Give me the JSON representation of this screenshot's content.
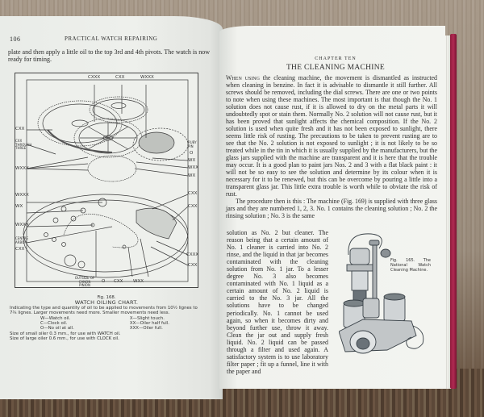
{
  "left_page": {
    "page_number": "106",
    "running_head": "PRACTICAL WATCH REPAIRING",
    "lead_text": "plate and then apply a little oil to the top 3rd and 4th pivots. The watch is now ready for timing.",
    "figure": {
      "top_labels": [
        "CXXX",
        "CXX",
        "WXXX"
      ],
      "left_labels_upper": [
        "CXX",
        "CXX THROUGH THREE",
        "WXXX"
      ],
      "right_labels_upper": [
        "RUBY PIN",
        "O",
        "WX",
        "WXX",
        "WX"
      ],
      "left_labels_lower": [
        "WXXX",
        "WX",
        "WXXX",
        "CENTRE ARBOR",
        "CXX"
      ],
      "right_labels_lower": [
        "CXX",
        "CXX",
        "CXXX",
        "CXX"
      ],
      "bottom_labels": [
        "OUTSIDE OF CANON PINION",
        "O",
        "CXX",
        "WXX"
      ]
    },
    "caption": {
      "fig_number": "Fig. 168.",
      "title": "WATCH OILING CHART.",
      "description": "Indicating the type and quantity of oil to be applied to movements from 10½ lignes to 7¾ lignes. Larger movements need more. Smaller movements need less.",
      "legend_left": [
        "W—Watch oil.",
        "C—Clock oil.",
        "O—No oil at all."
      ],
      "legend_right": [
        "X—Slight touch.",
        "XX—Oiler half full.",
        "XXX—Oiler full."
      ],
      "notes": [
        "Size of small oiler 0.3 mm., for use with WATCH oil.",
        "Size of large oiler 0.6 mm., for use with CLOCK oil."
      ]
    }
  },
  "right_page": {
    "chapter": "CHAPTER TEN",
    "title": "THE CLEANING MACHINE",
    "para1_lead": "When using",
    "para1": " the cleaning machine, the movement is dismantled as instructed when cleaning in benzine. In fact it is advisable to dismantle it still further. All screws should be removed, including the dial screws. There are one or two points to note when using these machines. The most important is that though the No. 1 solution does not cause rust, if it is allowed to dry on the metal parts it will undoubtedly spot or stain them. Normally No. 2 solution will not cause rust, but it has been proved that sunlight affects the chemical composition. If the No. 2 solution is used when quite fresh and it has not been exposed to sunlight, there seems little risk of rusting. The precautions to be taken to prevent rusting are to see that the No. 2 solution is not exposed to sunlight ; it is not likely to be so treated while in the tin in which it is usually supplied by the manufacturers, but the glass jars supplied with the machine are transparent and it is here that the trouble may occur. It is a good plan to paint jars Nos. 2 and 3 with a flat black paint : it will not be so easy to see the solution and determine by its colour when it is necessary for it to be renewed, but this can be overcome by pouring a little into a transparent glass jar. This little extra trouble is worth while to obviate the risk of rust.",
    "para2": "The procedure then is this : The machine (Fig. 169) is supplied with three glass jars and they are numbered 1, 2, 3. No. 1 contains the cleaning solution ; No. 2 the rinsing solution ; No. 3 is the same",
    "para2_narrow": "solution as No. 2 but cleaner. The reason being that a certain amount of No. 1 cleaner is carried into No. 2 rinse, and the liquid in that jar becomes contaminated with the cleaning solution from No. 1 jar. To a lesser degree No. 3 also becomes contaminated with No. 1 liquid as a certain amount of No. 2 liquid is carried to the No. 3 jar. All the solutions have to be changed periodically. No. 1 cannot be used again, so when it becomes dirty and beyond further use, throw it away. Clean the jar out and supply fresh liquid. No. 2 liquid can be passed through a filter and used again. A satisfactory system is to use laboratory filter paper ; fit up a funnel, line it with the paper and",
    "figure_caption": "Fig. 165. The National Watch Cleaning Machine."
  },
  "colors": {
    "paper": "#eef0ec",
    "ink": "#2a2a2a",
    "cover": "#9c1f45",
    "wood": "#a89a8a"
  }
}
